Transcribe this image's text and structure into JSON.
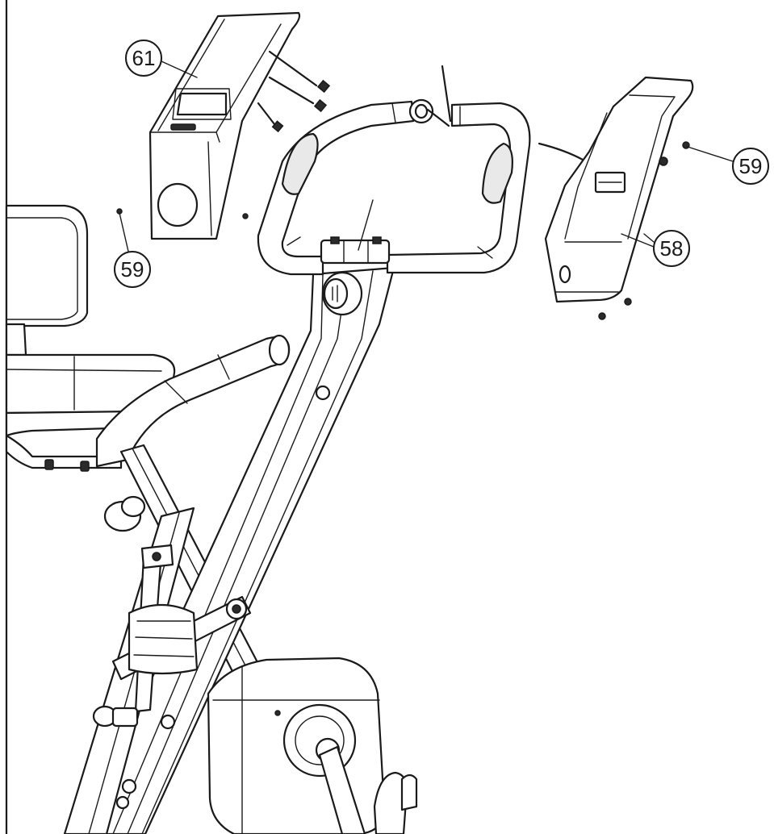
{
  "callouts": {
    "console_cover": {
      "number": "61"
    },
    "screw_left": {
      "number": "59"
    },
    "screw_right": {
      "number": "59"
    },
    "rear_cover": {
      "number": "58"
    }
  },
  "colors": {
    "line": "#1a1a1a",
    "background": "#ffffff",
    "shade": "#e9e9e9"
  }
}
